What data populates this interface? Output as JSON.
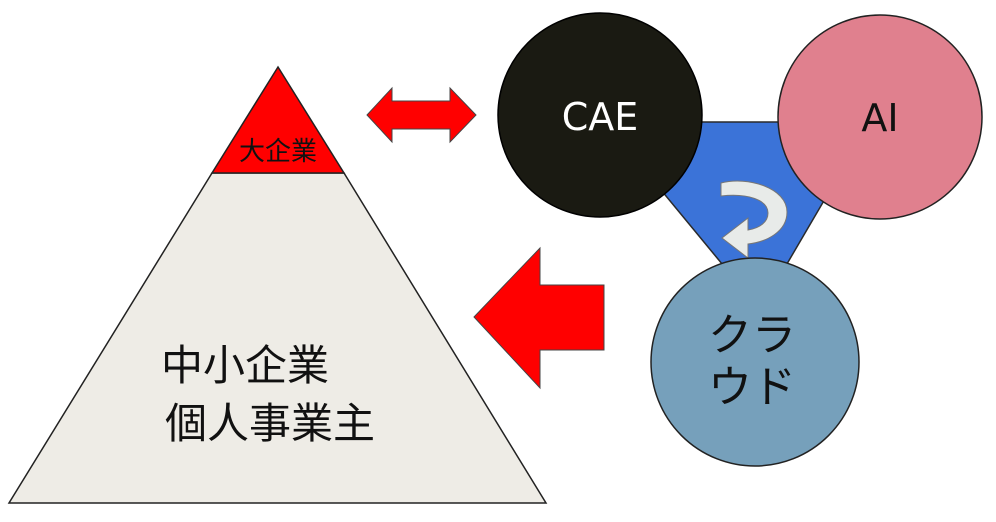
{
  "pyramid": {
    "top_label": "大企業",
    "bottom_label_line1": "中小企業",
    "bottom_label_line2": "個人事業主"
  },
  "circles": {
    "cae": "CAE",
    "ai": "AI",
    "cloud_line1": "クラ",
    "cloud_line2": "ウド"
  },
  "colors": {
    "red": "#ff0000",
    "pyramid_fill": "#eeece6",
    "cae_fill": "#1a1a12",
    "ai_fill": "#e0808e",
    "cloud_fill": "#76a0bb",
    "triangle_blue": "#3b73d8",
    "curl_arrow": "#e8ebe9"
  }
}
